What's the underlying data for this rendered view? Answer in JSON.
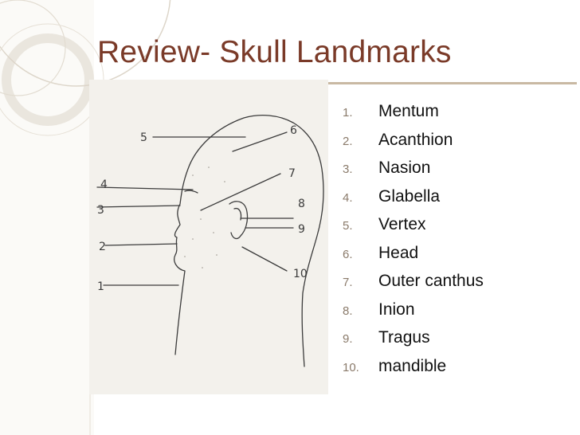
{
  "slide": {
    "title": "Review- Skull Landmarks",
    "colors": {
      "title": "#7a3a28",
      "rule": "#c9b9a3",
      "ornament": "#d8d2c6"
    }
  },
  "sketch": {
    "description_icon": "head-profile-sketch",
    "labels": [
      "5",
      "6",
      "4",
      "7",
      "3",
      "8",
      "9",
      "2",
      "1",
      "10"
    ]
  },
  "landmarks": [
    {
      "num": "1.",
      "term": "Mentum"
    },
    {
      "num": "2.",
      "term": "Acanthion"
    },
    {
      "num": "3.",
      "term": "Nasion"
    },
    {
      "num": "4.",
      "term": "Glabella"
    },
    {
      "num": "5.",
      "term": "Vertex"
    },
    {
      "num": "6.",
      "term": "Head"
    },
    {
      "num": "7.",
      "term": "Outer canthus"
    },
    {
      "num": "8.",
      "term": "Inion"
    },
    {
      "num": "9.",
      "term": "Tragus"
    },
    {
      "num": "10.",
      "term": "mandible"
    }
  ]
}
